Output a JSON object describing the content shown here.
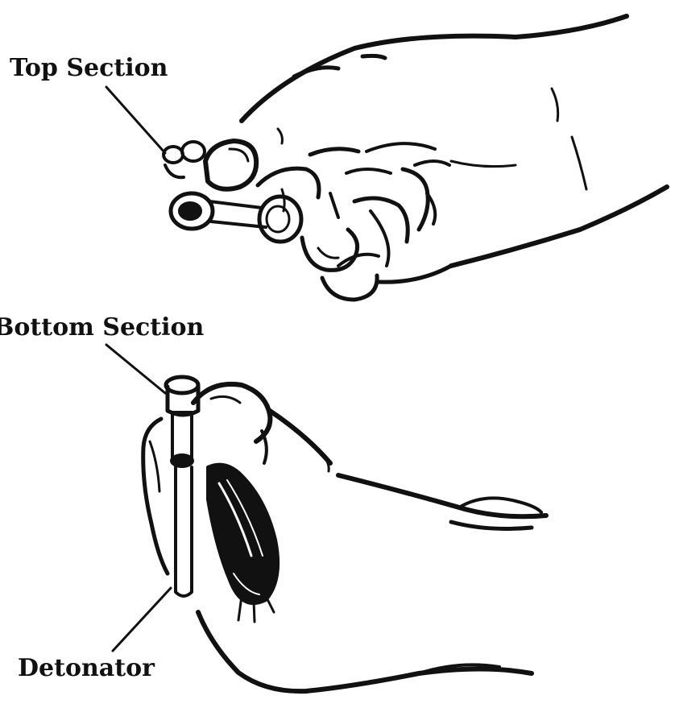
{
  "labels": {
    "top_section": "Top Section",
    "bottom_section": "Bottom Section",
    "detonator": "Detonator"
  },
  "colors": {
    "ink": "#111111",
    "background": "#ffffff"
  }
}
